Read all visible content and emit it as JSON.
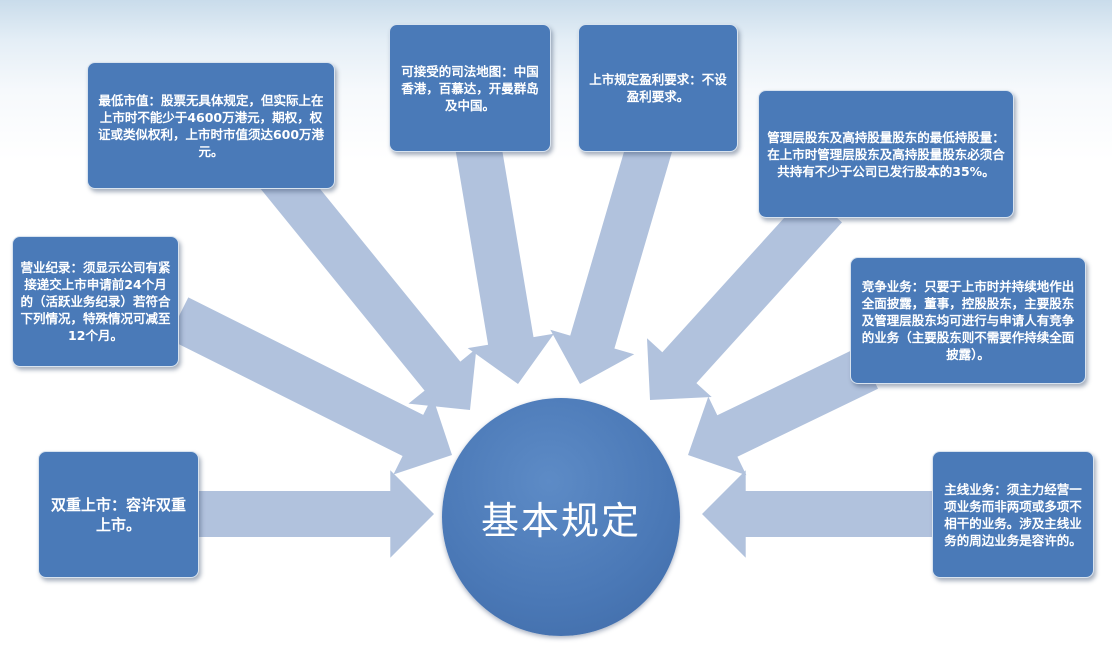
{
  "center": {
    "label": "基本规定"
  },
  "colors": {
    "box": "#4a7ab8",
    "arrow": "#b1c2dd",
    "center": "#4a78b6",
    "text": "#ffffff"
  },
  "boxes": {
    "market_cap": {
      "text": "最低市值：股票无具体规定，但实际上在上市时不能少于4600万港元，期权，权证或类似权利，上市时市值须达600万港元。"
    },
    "jurisdiction": {
      "text": "可接受的司法地图：中国香港，百慕达，开曼群岛及中国。"
    },
    "profit": {
      "text": "上市规定盈利要求：不设盈利要求。"
    },
    "management_holding": {
      "text": "管理层股东及高持股量股东的最低持股量：在上市时管理层股东及高持股量股东必须合共持有不少于公司已发行股本的35%。"
    },
    "operating_record": {
      "text": "营业纪录：须显示公司有紧接递交上市申请前24个月的（活跃业务纪录）若符合下列情况，特殊情况可减至12个月。"
    },
    "competing_business": {
      "text": "竞争业务：只要于上市时并持续地作出全面披露，董事，控股股东，主要股东及管理层股东均可进行与申请人有竞争的业务（主要股东则不需要作持续全面披露）。"
    },
    "dual_listing": {
      "text": "双重上市：容许双重上市。"
    },
    "main_business": {
      "text": "主线业务：须主力经营一项业务而非两项或多项不相干的业务。涉及主线业务的周边业务是容许的。"
    }
  }
}
